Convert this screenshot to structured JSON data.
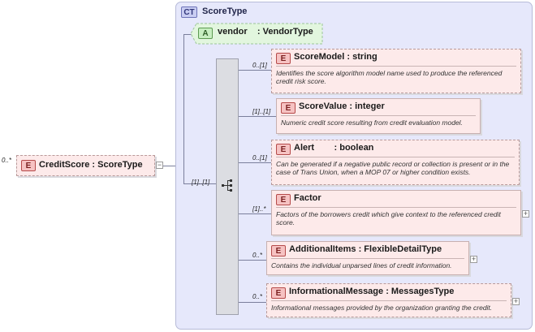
{
  "root": {
    "cardinality": "0..*",
    "badge": "E",
    "name": "CreditScore",
    "type": ": ScoreType"
  },
  "complex_type": {
    "badge": "CT",
    "name": "ScoreType"
  },
  "attribute": {
    "badge": "A",
    "name": "vendor",
    "type": ": VendorType"
  },
  "sequence": {
    "cardinality": "[1]..[1]",
    "icon": "sequence-compositor-icon"
  },
  "elements": [
    {
      "badge": "E",
      "cardinality": "0..[1]",
      "name": "ScoreModel",
      "type": ": string",
      "doc": "Identifies the score algorithm model name used to produce the referenced credit risk score."
    },
    {
      "badge": "E",
      "cardinality": "[1]..[1]",
      "name": "ScoreValue",
      "type": ": integer",
      "doc": "Numeric credit score resulting from credit evaluation model."
    },
    {
      "badge": "E",
      "cardinality": "0..[1]",
      "name": "Alert",
      "type": ": boolean",
      "doc": "Can be generated if a negative public record or collection is present or in the case of Trans Union, when a MOP 07 or higher condition exists."
    },
    {
      "badge": "E",
      "cardinality": "[1]..*",
      "name": "Factor",
      "type": "",
      "doc": "Factors of the borrowers credit which give context to the referenced credit score."
    },
    {
      "badge": "E",
      "cardinality": "0..*",
      "name": "AdditionalItems",
      "type": ": FlexibleDetailType",
      "doc": "Contains the individual unparsed lines of credit information."
    },
    {
      "badge": "E",
      "cardinality": "0..*",
      "name": "InformationalMessage",
      "type": ": MessagesType",
      "doc": "Informational messages provided by the organization granting the credit."
    }
  ],
  "colors": {
    "panel": "#e6e8fb",
    "element_fill": "#fdeaea",
    "element_badge": "#f6c2c2",
    "attribute_badge": "#c8efc1",
    "ct_badge": "#c9cdf2"
  }
}
